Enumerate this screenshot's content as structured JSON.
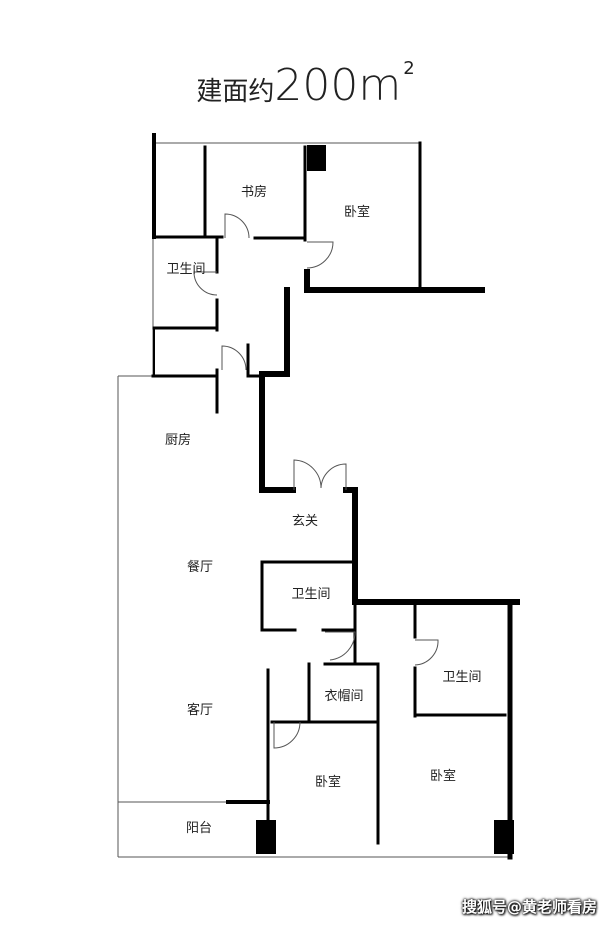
{
  "title": {
    "prefix": "建面约",
    "number": "200",
    "unit": "m",
    "sup": "2"
  },
  "rooms": {
    "study": "书房",
    "bedroom_top": "卧室",
    "bath_top": "卫生间",
    "kitchen": "厨房",
    "foyer": "玄关",
    "dining": "餐厅",
    "bath_mid": "卫生间",
    "bath_right": "卫生间",
    "closet": "衣帽间",
    "living": "客厅",
    "bedroom_mid": "卧室",
    "bedroom_right": "卧室",
    "balcony": "阳台"
  },
  "watermark": "搜狐号@黄老师看房",
  "colors": {
    "wall": "#000000",
    "thin_line": "#555555",
    "background": "#ffffff"
  }
}
